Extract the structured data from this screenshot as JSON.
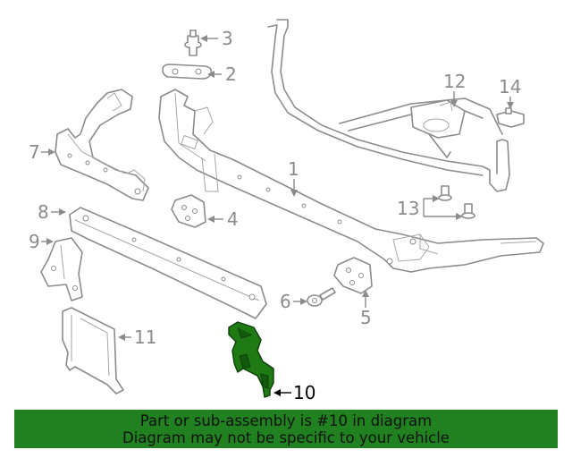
{
  "callouts": {
    "c1": "1",
    "c2": "2",
    "c3": "3",
    "c4": "4",
    "c5": "5",
    "c6": "6",
    "c7": "7",
    "c8": "8",
    "c9": "9",
    "c10": "10",
    "c11": "11",
    "c12": "12",
    "c13": "13",
    "c14": "14"
  },
  "highlight": {
    "part": "10",
    "color": "#1f7a14"
  },
  "banner": {
    "line1": "Part or sub-assembly is #10 in diagram",
    "line2": "Diagram may not be specific to your vehicle",
    "color": "#218020"
  }
}
